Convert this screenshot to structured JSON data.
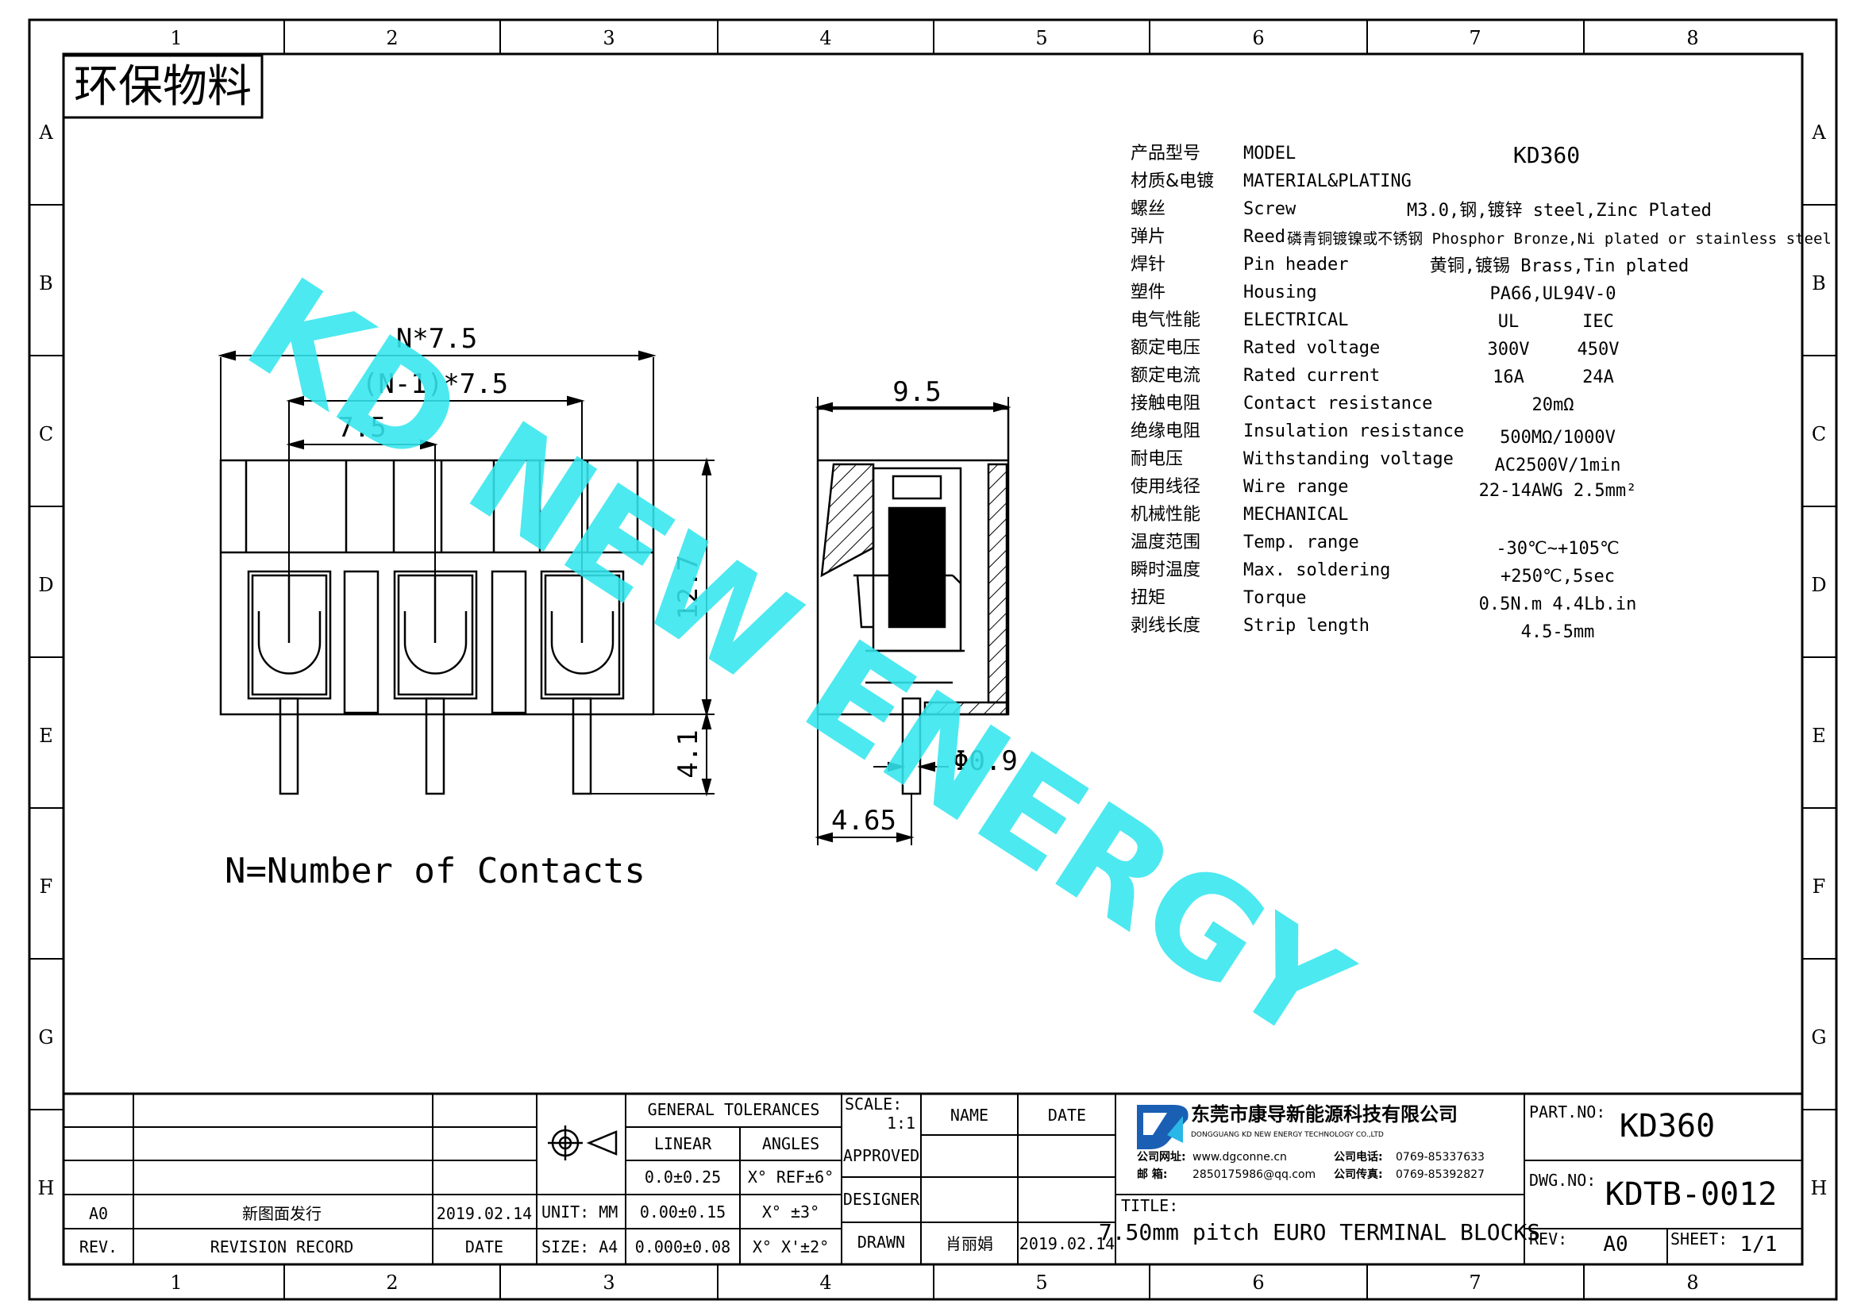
{
  "frame": {
    "columns": [
      "1",
      "2",
      "3",
      "4",
      "5",
      "6",
      "7",
      "8"
    ],
    "rows": [
      "A",
      "B",
      "C",
      "D",
      "E",
      "F",
      "G",
      "H"
    ]
  },
  "badge": "环保物料",
  "watermark": "KD NEW ENERGY",
  "front_view": {
    "dim_total": "N*7.5",
    "dim_n_minus_1": "(N-1)*7.5",
    "dim_pitch": "7.5",
    "dim_height": "12.7",
    "dim_pin": "4.1",
    "note": "N=Number of Contacts"
  },
  "side_view": {
    "dim_width": "9.5",
    "dim_pin_dia": "Φ0.9",
    "dim_offset": "4.65"
  },
  "specs": [
    {
      "cn": "产品型号",
      "en": "MODEL",
      "value": "KD360"
    },
    {
      "cn": "材质&电镀",
      "en": "MATERIAL&PLATING",
      "value": ""
    },
    {
      "cn": "螺丝",
      "en": "Screw",
      "value": "M3.0,钢,镀锌 steel,Zinc Plated"
    },
    {
      "cn": "弹片",
      "en": "Reed",
      "value": "磷青铜镀镍或不锈钢 Phosphor Bronze,Ni plated or stainless steel"
    },
    {
      "cn": "焊针",
      "en": "Pin header",
      "value": "黄铜,镀锡 Brass,Tin plated"
    },
    {
      "cn": "塑件",
      "en": "Housing",
      "value": "PA66,UL94V-0"
    },
    {
      "cn": "电气性能",
      "en": "ELECTRICAL",
      "ul": "UL",
      "iec": "IEC"
    },
    {
      "cn": "额定电压",
      "en": "Rated voltage",
      "ul": "300V",
      "iec": "450V"
    },
    {
      "cn": "额定电流",
      "en": "Rated current",
      "ul": "16A",
      "iec": "24A"
    },
    {
      "cn": "接触电阻",
      "en": "Contact resistance",
      "value": "20mΩ"
    },
    {
      "cn": "绝缘电阻",
      "en": "Insulation resistance",
      "value": "500MΩ/1000V"
    },
    {
      "cn": "耐电压",
      "en": "Withstanding voltage",
      "value": "AC2500V/1min"
    },
    {
      "cn": "使用线径",
      "en": "Wire range",
      "value": "22-14AWG 2.5mm²"
    },
    {
      "cn": "机械性能",
      "en": "MECHANICAL",
      "value": ""
    },
    {
      "cn": "温度范围",
      "en": "Temp. range",
      "value": "-30℃~+105℃"
    },
    {
      "cn": "瞬时温度",
      "en": "Max. soldering",
      "value": "+250℃,5sec"
    },
    {
      "cn": "扭矩",
      "en": "Torque",
      "value": "0.5N.m 4.4Lb.in"
    },
    {
      "cn": "剥线长度",
      "en": "Strip length",
      "value": "4.5-5mm"
    }
  ],
  "title_block": {
    "rev_row": {
      "rev": "A0",
      "record": "新图面发行",
      "date": "2019.02.14"
    },
    "headers": {
      "rev": "REV.",
      "record": "REVISION RECORD",
      "date": "DATE"
    },
    "unit": "UNIT: MM",
    "size": "SIZE: A4",
    "general_tol": "GENERAL TOLERANCES",
    "linear": "LINEAR",
    "angles": "ANGLES",
    "tol_rows": [
      {
        "lin": "0.0±0.25",
        "ang": "X° REF±6°"
      },
      {
        "lin": "0.00±0.15",
        "ang": "X° ±3°"
      },
      {
        "lin": "0.000±0.08",
        "ang": "X° X'±2°"
      }
    ],
    "scale_label": "SCALE:",
    "scale_value": "1:1",
    "name_label": "NAME",
    "date_label": "DATE",
    "approved": "APPROVED",
    "designer": "DESIGNER",
    "drawn": "DRAWN",
    "drawn_name": "肖丽娟",
    "drawn_date": "2019.02.14",
    "company_cn": "东莞市康导新能源科技有限公司",
    "company_en": "DONGGUANG KD NEW ENERGY TECHNOLOGY CO.,LTD",
    "website_label": "公司网址:",
    "website": "www.dgconne.cn",
    "phone_label": "公司电话:",
    "phone": "0769-85337633",
    "email_label": "邮    箱:",
    "email": "2850175986@qq.com",
    "fax_label": "公司传真:",
    "fax": "0769-85392827",
    "title_label": "TITLE:",
    "title": "7.50mm pitch EURO TERMINAL BLOCKS",
    "part_no_label": "PART.NO:",
    "part_no": "KD360",
    "dwg_no_label": "DWG.NO:",
    "dwg_no": "KDTB-0012",
    "rev_label": "REV:",
    "rev_value": "A0",
    "sheet_label": "SHEET:",
    "sheet_value": "1/1"
  },
  "colors": {
    "watermark": "#33e6ee",
    "logo_blue": "#1a5fb4",
    "logo_cyan": "#28b7e6"
  }
}
